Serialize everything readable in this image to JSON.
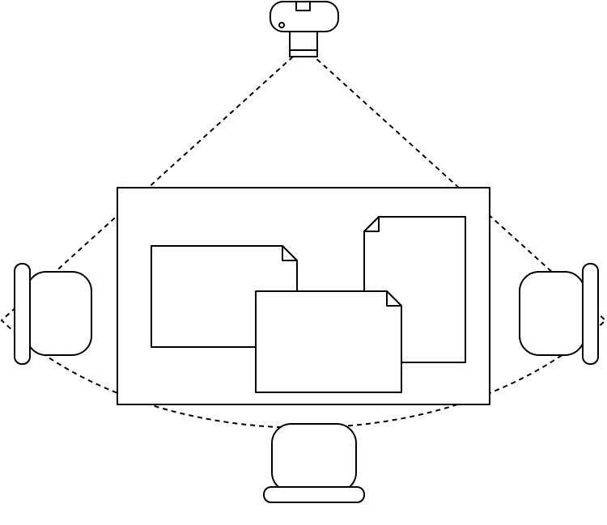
{
  "diagram": {
    "style": {
      "stroke_color": "#000000",
      "background_color": "#ffffff",
      "coverage_line": "dashed"
    },
    "elements": [
      {
        "kind": "projector",
        "mounted": "top-center",
        "count": 1
      },
      {
        "kind": "table",
        "position": "center",
        "count": 1
      },
      {
        "kind": "document-sheet",
        "on": "table",
        "count": 3
      },
      {
        "kind": "chair",
        "positions": [
          "left",
          "right",
          "bottom"
        ],
        "count": 3
      },
      {
        "kind": "projection-area",
        "shape": "fan"
      }
    ]
  }
}
